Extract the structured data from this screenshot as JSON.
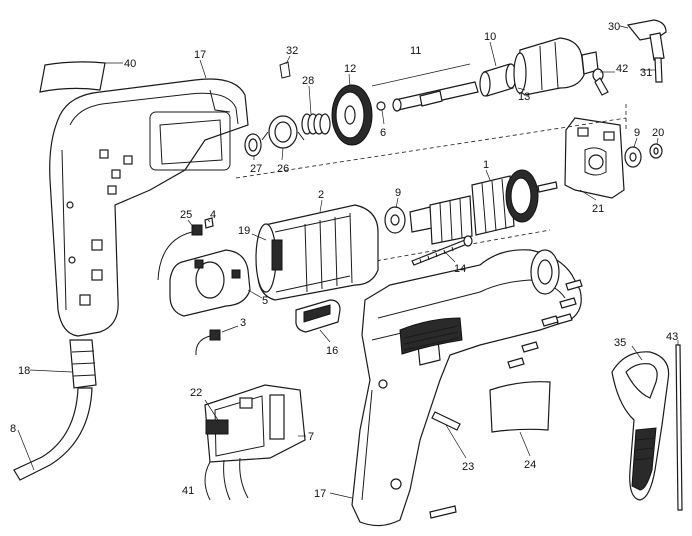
{
  "diagram": {
    "callouts": [
      {
        "id": "c40",
        "text": "40"
      },
      {
        "id": "c17a",
        "text": "17"
      },
      {
        "id": "c32",
        "text": "32"
      },
      {
        "id": "c28",
        "text": "28"
      },
      {
        "id": "c12",
        "text": "12"
      },
      {
        "id": "c11",
        "text": "11"
      },
      {
        "id": "c10",
        "text": "10"
      },
      {
        "id": "c30",
        "text": "30"
      },
      {
        "id": "c42",
        "text": "42"
      },
      {
        "id": "c31",
        "text": "31"
      },
      {
        "id": "c13",
        "text": "13"
      },
      {
        "id": "c6",
        "text": "6"
      },
      {
        "id": "c27",
        "text": "27"
      },
      {
        "id": "c26",
        "text": "26"
      },
      {
        "id": "c9a",
        "text": "9"
      },
      {
        "id": "c20",
        "text": "20"
      },
      {
        "id": "c1",
        "text": "1"
      },
      {
        "id": "c21",
        "text": "21"
      },
      {
        "id": "c2",
        "text": "2"
      },
      {
        "id": "c9b",
        "text": "9"
      },
      {
        "id": "c25",
        "text": "25"
      },
      {
        "id": "c4",
        "text": "4"
      },
      {
        "id": "c19",
        "text": "19"
      },
      {
        "id": "c14",
        "text": "14"
      },
      {
        "id": "c5",
        "text": "5"
      },
      {
        "id": "c3",
        "text": "3"
      },
      {
        "id": "c16",
        "text": "16"
      },
      {
        "id": "c18",
        "text": "18"
      },
      {
        "id": "c22",
        "text": "22"
      },
      {
        "id": "c7",
        "text": "7"
      },
      {
        "id": "c35",
        "text": "35"
      },
      {
        "id": "c43",
        "text": "43"
      },
      {
        "id": "c8",
        "text": "8"
      },
      {
        "id": "c41",
        "text": "41"
      },
      {
        "id": "c23",
        "text": "23"
      },
      {
        "id": "c24",
        "text": "24"
      },
      {
        "id": "c17b",
        "text": "17"
      }
    ]
  }
}
